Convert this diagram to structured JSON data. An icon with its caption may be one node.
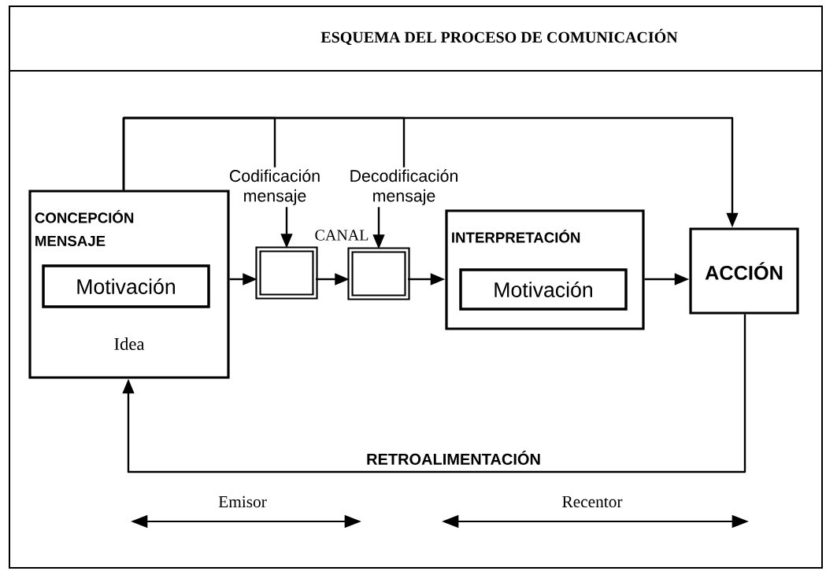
{
  "diagram": {
    "title": "ESQUEMA DEL PROCESO DE COMUNICACIÓN",
    "nodes": [
      {
        "text": [
          "CONCEPCIÓN MENSAJE",
          "Idea"
        ]
      },
      {
        "text": [
          "Motivación"
        ],
        "in": 0
      },
      {
        "text": [],
        "shape": "box"
      },
      {
        "text": [],
        "shape": "box"
      },
      {
        "text": [
          "INTERPRETACIÓN"
        ]
      },
      {
        "text": [
          "Motivación"
        ],
        "in": 4
      },
      {
        "text": [
          "ACCIÓN"
        ]
      },
      {
        "text": [
          "Codificación mensaje"
        ]
      },
      {
        "text": [
          "Decodificación mensaje"
        ]
      }
    ],
    "edges": [
      {
        "from": 0,
        "to": 2,
        "arrow": "to"
      },
      {
        "from": 2,
        "to": 3,
        "arrow": "to"
      },
      {
        "from": 3,
        "to": 4,
        "arrow": "to"
      },
      {
        "from": 4,
        "to": 6,
        "arrow": "to"
      },
      {
        "from": 0,
        "to": 6,
        "arrow": "to"
      },
      {
        "from": 0,
        "to": 7,
        "arrow": "none"
      },
      {
        "from": 7,
        "to": 2,
        "arrow": "to"
      },
      {
        "from": 0,
        "to": 8,
        "arrow": "none"
      },
      {
        "from": 8,
        "to": 3,
        "arrow": "to"
      },
      {
        "from": 6,
        "to": 0,
        "arrow": "to",
        "label": "RETROALIMENTACIÓN"
      }
    ],
    "labels": [
      "CANAL",
      "Emisor",
      "Recentor"
    ]
  }
}
